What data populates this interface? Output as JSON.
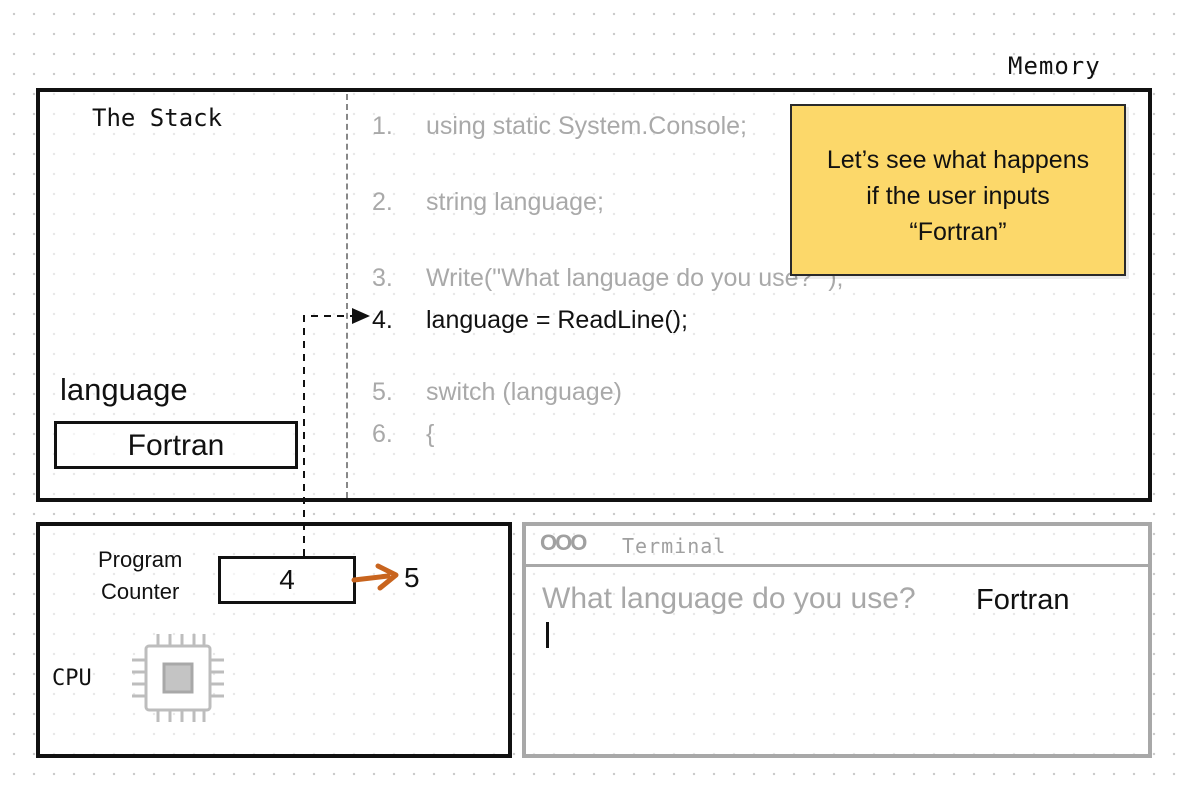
{
  "memory": {
    "label": "Memory"
  },
  "stack": {
    "title": "The Stack",
    "variable": {
      "name": "language",
      "value": "Fortran"
    }
  },
  "code": {
    "lines": [
      {
        "num": "1.",
        "text": "using static System.Console;"
      },
      {
        "num": "2.",
        "text": "string language;"
      },
      {
        "num": "3.",
        "text": "Write(\"What language do you use? \");"
      },
      {
        "num": "4.",
        "text": "language = ReadLine();"
      },
      {
        "num": "5.",
        "text": "switch (language)"
      },
      {
        "num": "6.",
        "text": "{"
      }
    ],
    "current_line": "4."
  },
  "note": {
    "line1": "Let’s see what happens",
    "line2": "if the user inputs",
    "line3": "“Fortran”",
    "color": "#fcd86a"
  },
  "cpu": {
    "label": "CPU",
    "program_counter_label_1": "Program",
    "program_counter_label_2": "Counter",
    "program_counter_value": "4",
    "next_value": "5",
    "arrow_color": "#c8641e",
    "chip_icon": "chip-icon"
  },
  "terminal": {
    "dots": "OOO",
    "title": "Terminal",
    "prompt": "What language do you use?",
    "input": "Fortran"
  }
}
